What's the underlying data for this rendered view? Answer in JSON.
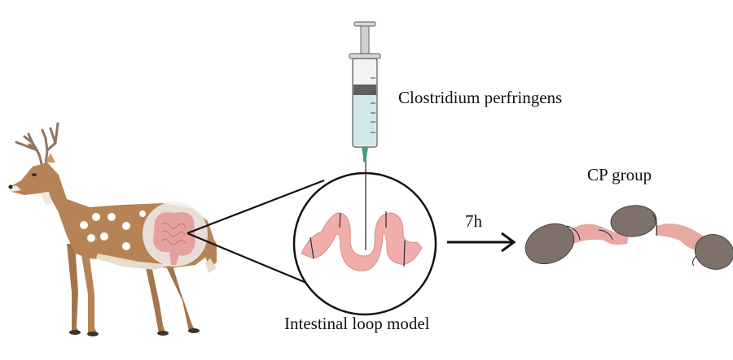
{
  "labels": {
    "bacteria": "Clostridium perfringens",
    "model": "Intestinal loop model",
    "group": "CP group",
    "duration": "7h"
  },
  "icons": {
    "animal": "deer-icon",
    "syringe": "syringe-icon",
    "intestine": "intestine-icon",
    "loop": "intestinal-loop-icon",
    "result": "swollen-loops-icon",
    "arrow": "arrow-right-icon"
  },
  "colors": {
    "deer_body": "#b58355",
    "intestine_pink": "#e7a0a0",
    "loop_pink": "#f0b3ae",
    "swollen_gray": "#7d716a",
    "syringe_liquid": "#d2e6ec",
    "needle_hub": "#3e9d7a",
    "outline": "#111111"
  }
}
